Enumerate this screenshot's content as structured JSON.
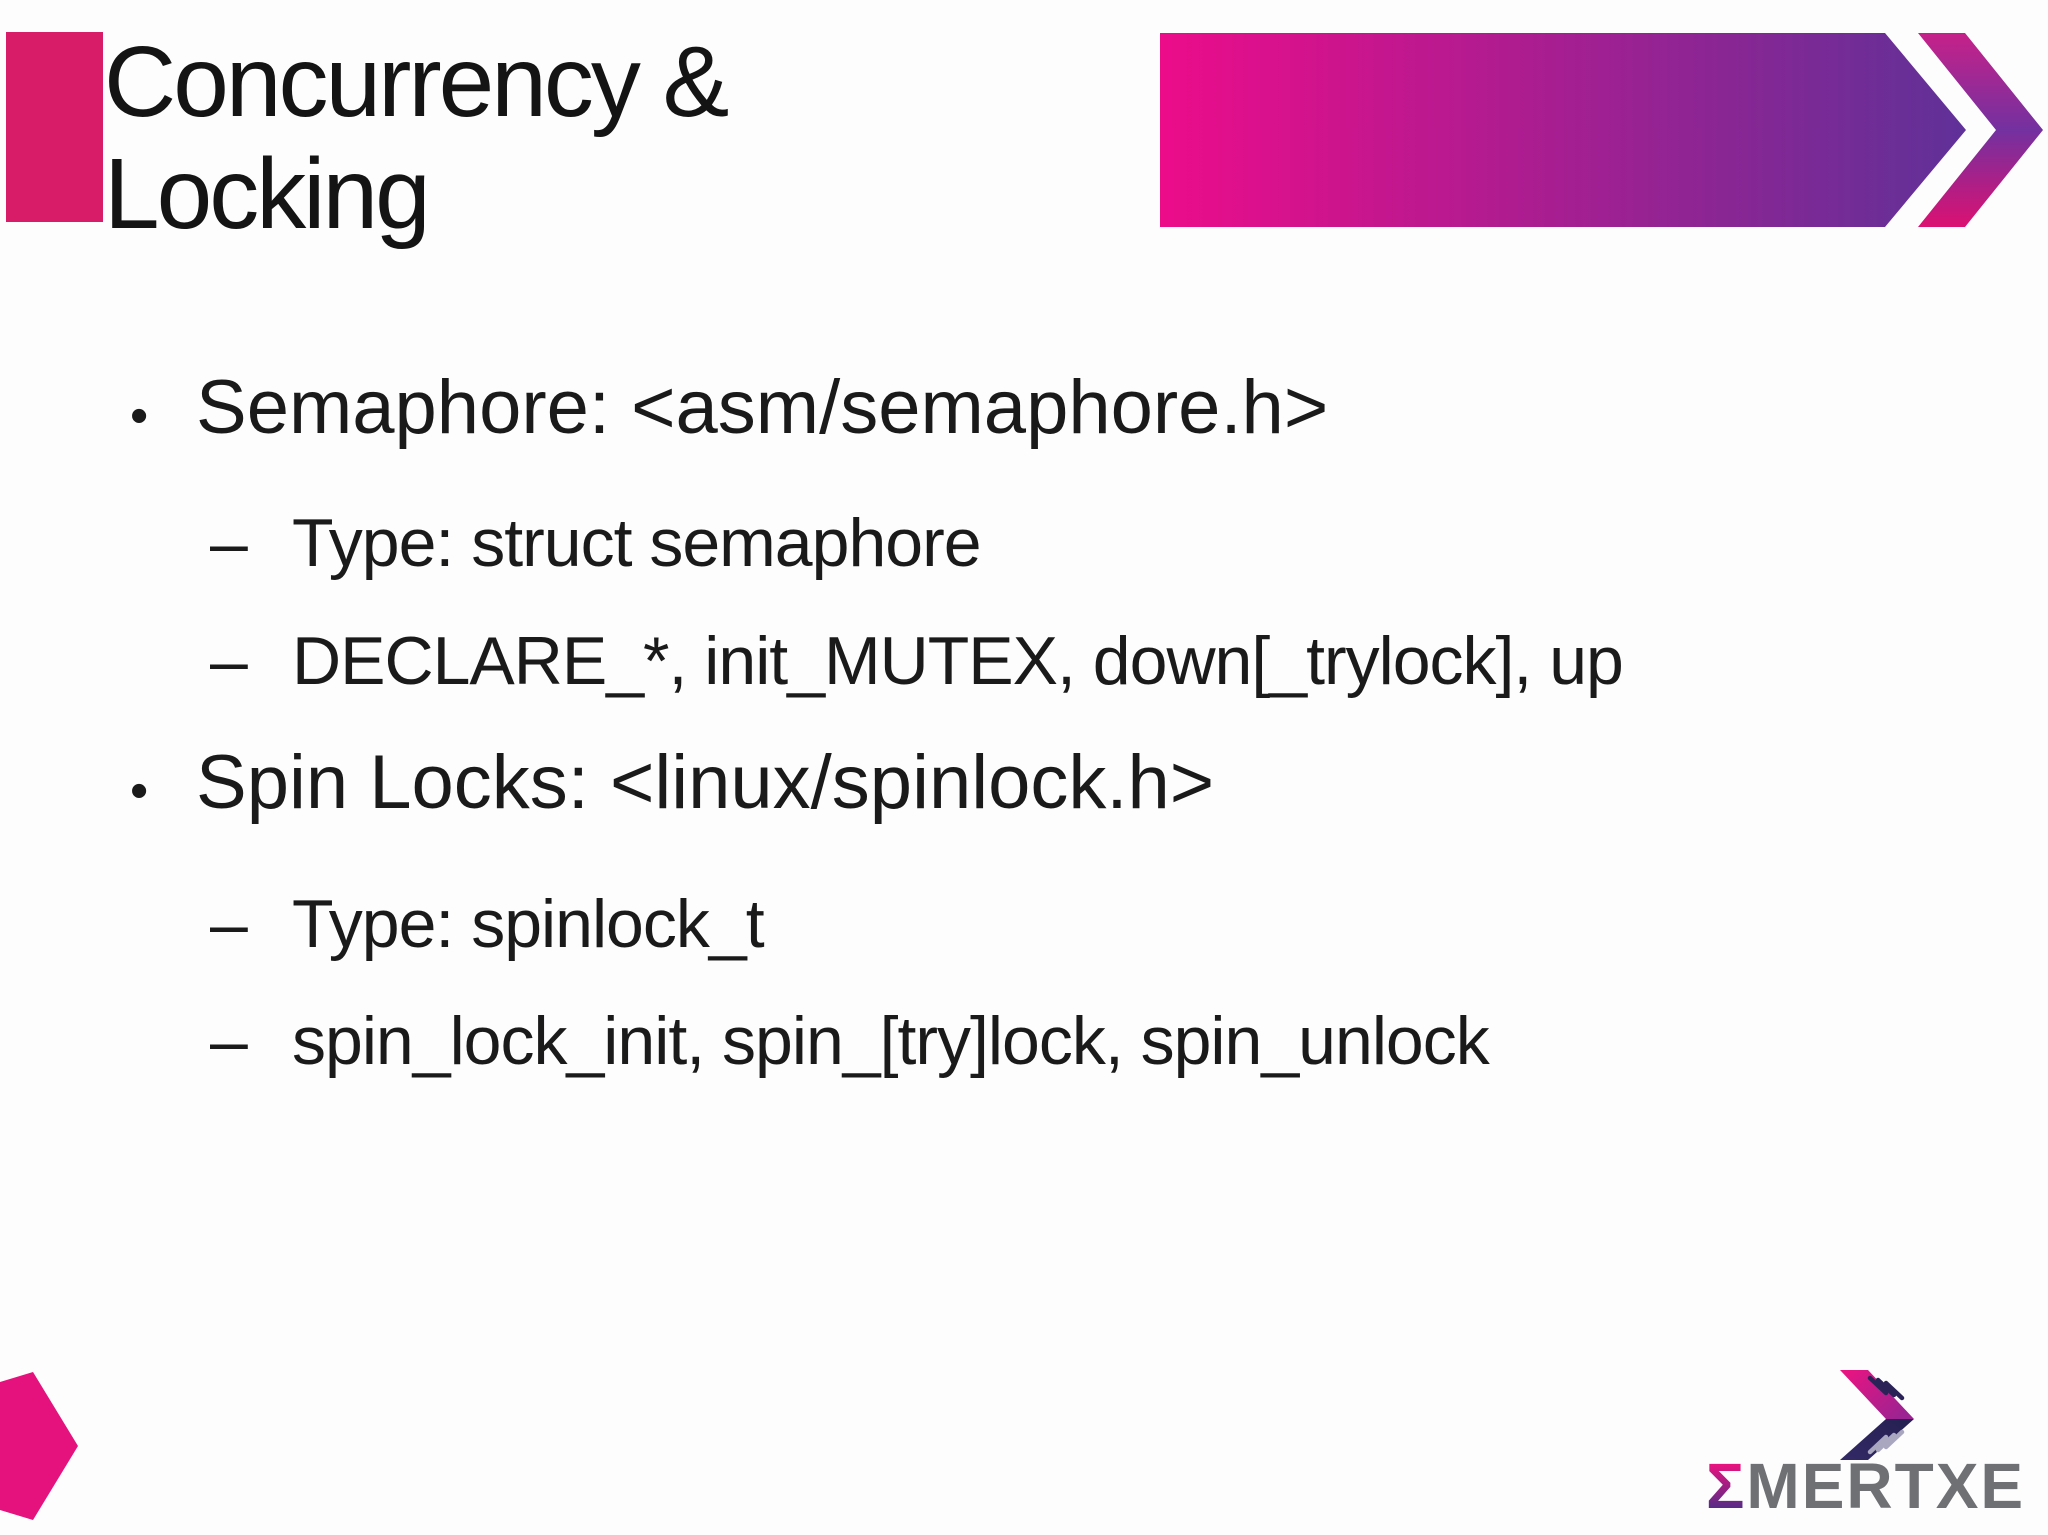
{
  "title": {
    "line1": "Concurrency &",
    "line2": "Locking"
  },
  "markers": {
    "level1": "•",
    "level2": "–"
  },
  "bullets": [
    {
      "level": 1,
      "text": "Semaphore: <asm/semaphore.h>"
    },
    {
      "level": 2,
      "text": "Type: struct semaphore"
    },
    {
      "level": 2,
      "text": "DECLARE_*, init_MUTEX, down[_trylock], up"
    },
    {
      "level": 1,
      "text": "Spin Locks: <linux/spinlock.h>"
    },
    {
      "level": 2,
      "text": "Type: spinlock_t"
    },
    {
      "level": 2,
      "text": "spin_lock_init, spin_[try]lock, spin_unlock"
    }
  ],
  "logo": {
    "sigma": "Σ",
    "name": "MERTXE"
  },
  "colors": {
    "text": "#1a1a1a",
    "square_pink": "#d81c68",
    "banner_pink": "#ec0c8a",
    "banner_purple": "#5f3198",
    "chevron_pink_top": "#c62189",
    "chevron_purple": "#7331a0",
    "chevron_pink_bottom": "#db1172",
    "flag_pink": "#e5127d",
    "icon_pink": "#ed1380",
    "icon_pink_deep": "#9c2392",
    "icon_indigo": "#332a66",
    "icon_indigo_deep": "#262153",
    "hatch_dark": "#2b2357",
    "hatch_light": "#a9a7c0",
    "sigma_pink": "#e8127f",
    "sigma_purple": "#4b2e86",
    "logo_gray": "#6f7073"
  }
}
